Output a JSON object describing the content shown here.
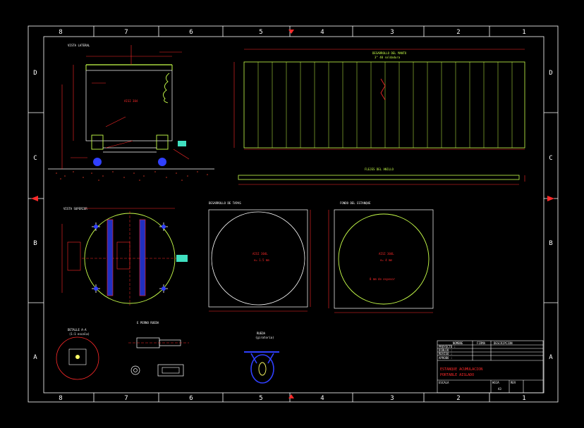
{
  "sheet": {
    "columns": [
      "8",
      "7",
      "6",
      "5",
      "4",
      "3",
      "2",
      "1"
    ],
    "rows": [
      "D",
      "C",
      "B",
      "A"
    ]
  },
  "views": {
    "side_view_title": "VISTA LATERAL",
    "top_view_title": "VISTA SUPERIOR",
    "tank_label": "AISI 304",
    "shell_title": "DESARROLLO DEL MANTO",
    "shell_subtitle": "3\" 40 soldadura",
    "band_title": "FLEJES DEL ANILLO",
    "head1_title": "DESARROLLO DE TAPAS",
    "head1_material": "AISI 304L",
    "head1_thickness": "e= 1.5 mm",
    "head2_title": "FONDO DEL ESTANQUE",
    "head2_material": "AISI 304L",
    "head2_thickness": "e= 4 mm",
    "head2_note": "8 mm de espesor",
    "detail_a_title": "DETALLE A-A",
    "detail_a_sub": "(1:1 escala)",
    "detail_b_title": "E PERNO RUEDA",
    "wheel_title": "RUEDA",
    "wheel_sub": "(giratoria)"
  },
  "title_block": {
    "headers": [
      "NOMBRE",
      "FIRMA",
      "DESCRIPCION"
    ],
    "rows": [
      "PROYECTO :",
      "DIBUJO :",
      "REVISO :",
      "APROBO :"
    ],
    "project_line1": "ESTANQUE ACUMULACION",
    "project_line2": "PORTABLE AISLADO",
    "scale_label": "ESCALA",
    "sheet_label": "HOJA",
    "size_value": "A3",
    "rev_label": "REV"
  },
  "colors": {
    "frame": "#ffffff",
    "dimension": "#ff2a2a",
    "geometry": "#c8ff4a",
    "center": "#ffff66",
    "accent_blue": "#3040ff",
    "accent_cyan": "#40e0c0"
  }
}
